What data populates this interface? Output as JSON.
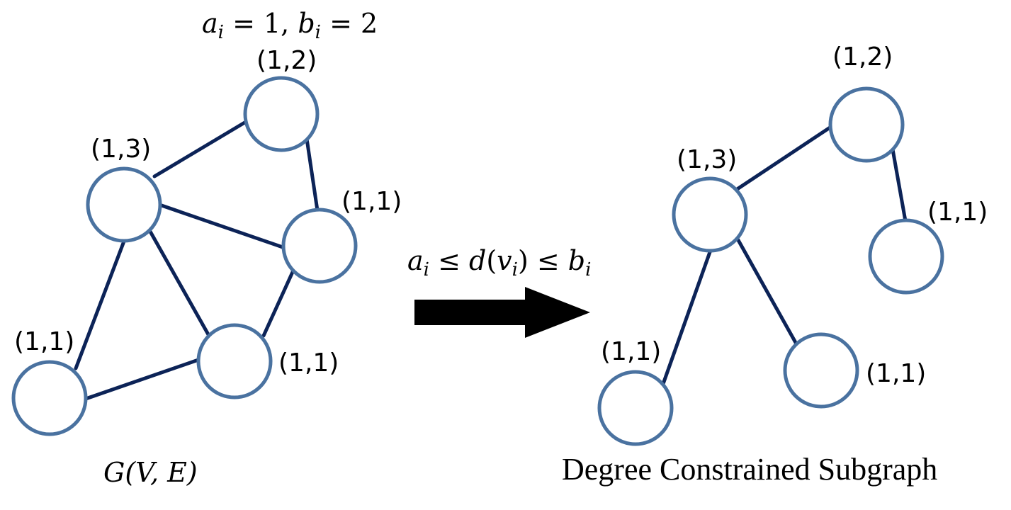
{
  "left_graph": {
    "caption": "G(V, E)",
    "constraint_example": "a_i = 1, b_i = 2",
    "nodes": [
      {
        "id": "top",
        "label": "(1,2)"
      },
      {
        "id": "hub",
        "label": "(1,3)"
      },
      {
        "id": "right",
        "label": "(1,1)"
      },
      {
        "id": "mid",
        "label": "(1,1)"
      },
      {
        "id": "bottom-left",
        "label": "(1,1)"
      }
    ],
    "edges": [
      [
        "hub",
        "top"
      ],
      [
        "top",
        "right"
      ],
      [
        "hub",
        "right"
      ],
      [
        "hub",
        "mid"
      ],
      [
        "right",
        "mid"
      ],
      [
        "hub",
        "bottom-left"
      ],
      [
        "bottom-left",
        "mid"
      ]
    ]
  },
  "arrow": {
    "condition": "a_i ≤ d(v_i) ≤ b_i"
  },
  "right_graph": {
    "caption": "Degree Constrained Subgraph",
    "nodes": [
      {
        "id": "top",
        "label": "(1,2)"
      },
      {
        "id": "hub",
        "label": "(1,3)"
      },
      {
        "id": "right",
        "label": "(1,1)"
      },
      {
        "id": "bottom-left",
        "label": "(1,1)"
      },
      {
        "id": "bottom-mid",
        "label": "(1,1)"
      }
    ],
    "edges": [
      [
        "hub",
        "top"
      ],
      [
        "top",
        "right"
      ],
      [
        "hub",
        "bottom-left"
      ],
      [
        "hub",
        "bottom-mid"
      ]
    ]
  }
}
